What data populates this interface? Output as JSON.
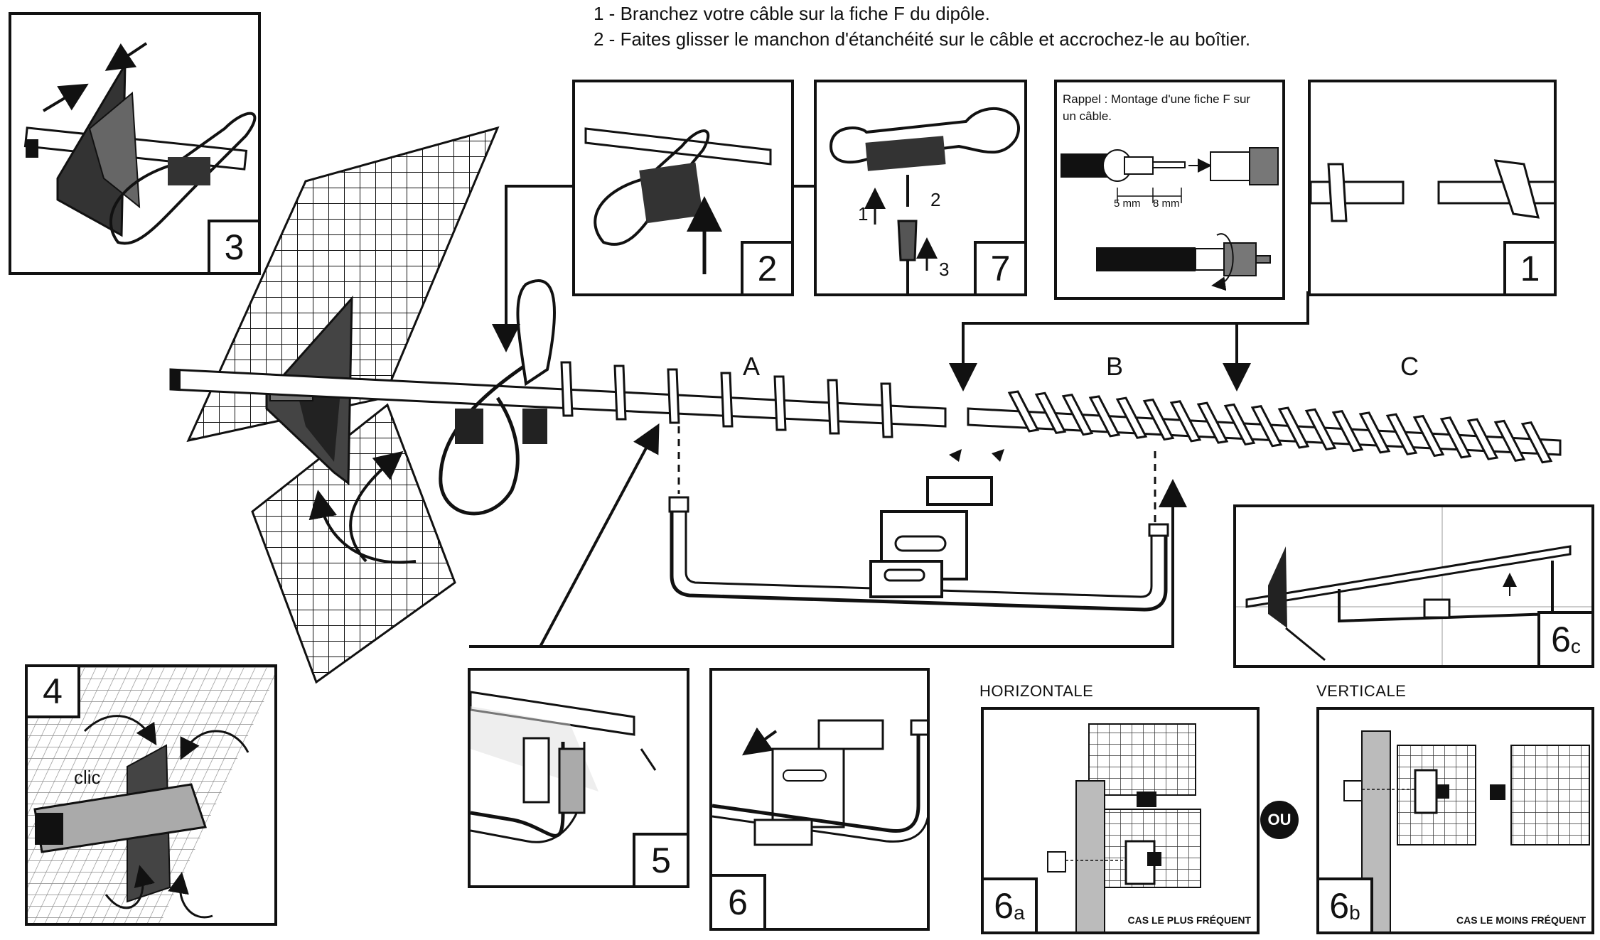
{
  "instructions": [
    "1 - Branchez votre câble sur la fiche F du dipôle.",
    "2 - Faites glisser le manchon d'étanchéité sur le câble et accrochez-le au boîtier."
  ],
  "sections": [
    "A",
    "B",
    "C"
  ],
  "panels": {
    "p1": "1",
    "p2": "2",
    "p3": "3",
    "p4": "4",
    "p5": "5",
    "p6": "6",
    "p7": "7",
    "p6a": {
      "num": "6",
      "sub": "a"
    },
    "p6b": {
      "num": "6",
      "sub": "b"
    },
    "p6c": {
      "num": "6",
      "sub": "c"
    }
  },
  "panel4_label": "clic",
  "panel7_steps": [
    "1",
    "2",
    "3"
  ],
  "rappel": {
    "text_line1": "Rappel : Montage d'une fiche F sur",
    "text_line2": "un câble.",
    "dim1": "5 mm",
    "dim2": "8 mm"
  },
  "orientation": {
    "horizontal_title": "HORIZONTALE",
    "vertical_title": "VERTICALE",
    "horizontal_case": "CAS LE PLUS FRÉQUENT",
    "vertical_case": "CAS LE MOINS FRÉQUENT",
    "or_label": "OU"
  }
}
